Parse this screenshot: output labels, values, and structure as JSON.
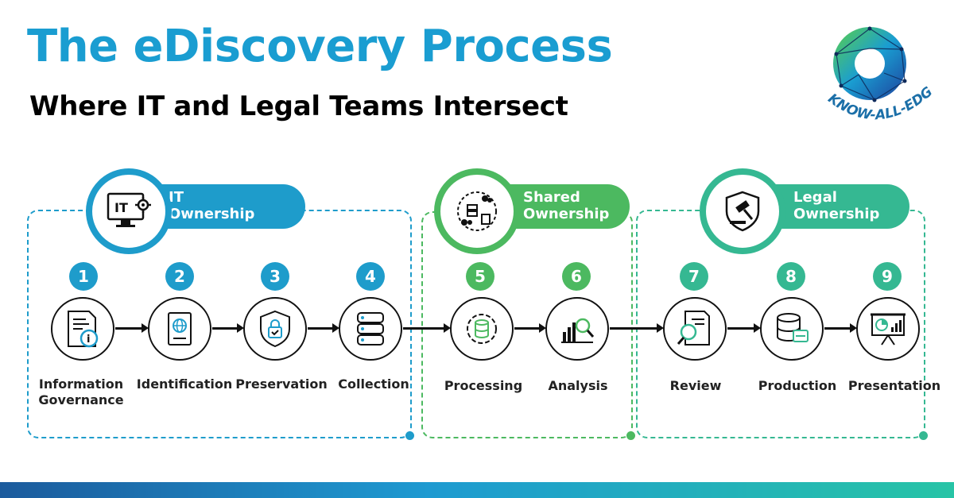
{
  "header": {
    "title": "The eDiscovery Process",
    "subtitle": "Where IT and Legal Teams Intersect"
  },
  "logo": {
    "text": "KNOW-ALL-EDGE",
    "icon": "globe-ring-icon"
  },
  "colors": {
    "it": "#1e9ccb",
    "shared": "#4cb960",
    "legal": "#35b892",
    "title": "#1a9dd1"
  },
  "groups": [
    {
      "line1": "IT",
      "line2": "Ownership",
      "icon": "computer-gear-icon"
    },
    {
      "line1": "Shared",
      "line2": "Ownership",
      "icon": "team-data-icon"
    },
    {
      "line1": "Legal",
      "line2": "Ownership",
      "icon": "gavel-shield-icon"
    }
  ],
  "steps": [
    {
      "number": "1",
      "line1": "Information",
      "line2": "Governance",
      "icon": "document-info-icon"
    },
    {
      "number": "2",
      "line1": "Identification",
      "line2": "",
      "icon": "passport-icon"
    },
    {
      "number": "3",
      "line1": "Preservation",
      "line2": "",
      "icon": "shield-lock-icon"
    },
    {
      "number": "4",
      "line1": "Collection",
      "line2": "",
      "icon": "database-icon"
    },
    {
      "number": "5",
      "line1": "Processing",
      "line2": "",
      "icon": "gear-database-icon"
    },
    {
      "number": "6",
      "line1": "Analysis",
      "line2": "",
      "icon": "chart-magnifier-icon"
    },
    {
      "number": "7",
      "line1": "Review",
      "line2": "",
      "icon": "document-search-icon"
    },
    {
      "number": "8",
      "line1": "Production",
      "line2": "",
      "icon": "server-icon"
    },
    {
      "number": "9",
      "line1": "Presentation",
      "line2": "",
      "icon": "presentation-board-icon"
    }
  ]
}
